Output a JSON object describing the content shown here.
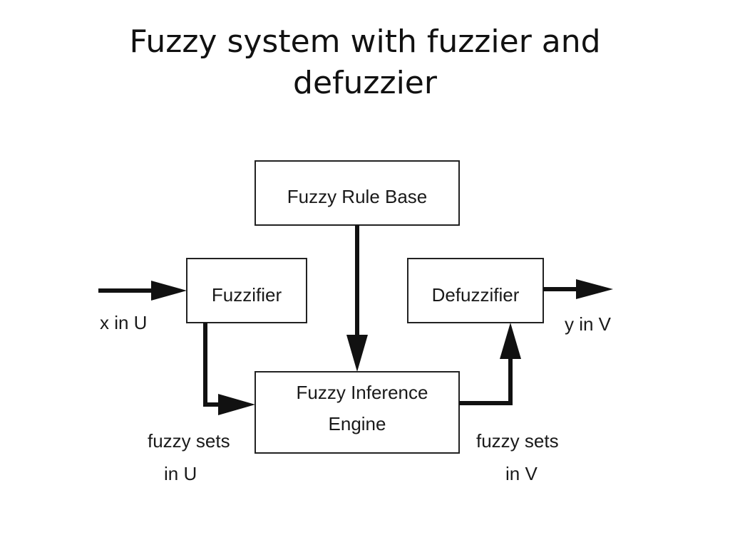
{
  "title": {
    "line1": "Fuzzy system with fuzzier and",
    "line2": "defuzzier"
  },
  "diagram": {
    "blocks": {
      "rule_base": "Fuzzy Rule Base",
      "fuzzifier": "Fuzzifier",
      "defuzzifier": "Defuzzifier",
      "inference_line1": "Fuzzy Inference",
      "inference_line2": "Engine"
    },
    "labels": {
      "input": "x in U",
      "output": "y in V",
      "fuzzy_in_line1": "fuzzy sets",
      "fuzzy_in_line2": "in U",
      "fuzzy_out_line1": "fuzzy sets",
      "fuzzy_out_line2": "in V"
    }
  }
}
